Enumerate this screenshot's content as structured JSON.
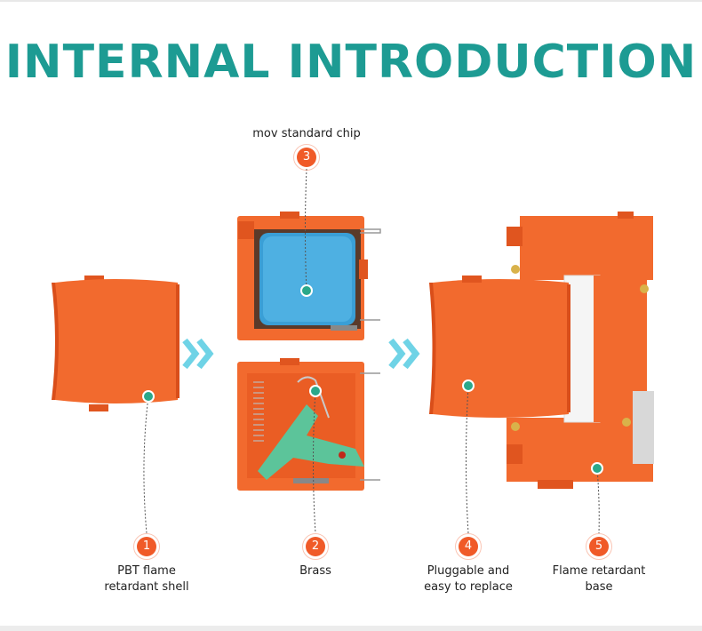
{
  "title": "INTERNAL INTRODUCTION",
  "colors": {
    "title": "#1d9b93",
    "shell_orange": "#f26a2e",
    "shell_dark": "#e0551f",
    "badge": "#f05a28",
    "chip_blue": "#3a9fd6",
    "marker_teal": "#2aa88a",
    "arrow_teal": "#6fd3e6",
    "brass_green": "#5cc49a"
  },
  "parts": [
    {
      "number": "1",
      "label": "PBT flame\nretardant shell",
      "icon": "pbt-shell"
    },
    {
      "number": "2",
      "label": "Brass",
      "icon": "brass-piece"
    },
    {
      "number": "3",
      "label": "mov standard chip",
      "icon": "mov-chip"
    },
    {
      "number": "4",
      "label": "Pluggable and\neasy to replace",
      "icon": "pluggable-module"
    },
    {
      "number": "5",
      "label": "Flame retardant\nbase",
      "icon": "base"
    }
  ]
}
